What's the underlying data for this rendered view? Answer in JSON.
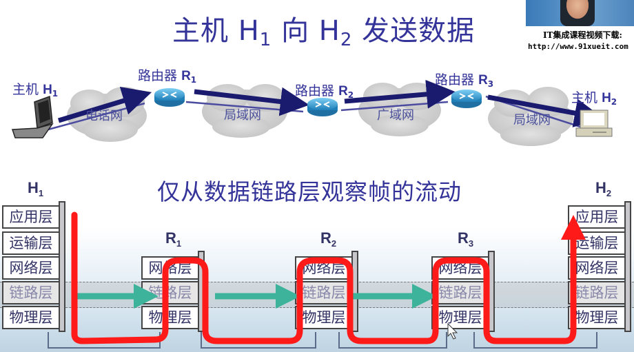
{
  "title": {
    "prefix": "主机",
    "h1": "H",
    "h1_sub": "1",
    "mid": "向",
    "h2": "H",
    "h2_sub": "2",
    "suffix": "发送数据"
  },
  "promo": {
    "line1": "IT集成课程视频下载:",
    "line2": "http://www.91xueit.com"
  },
  "network": {
    "host1": {
      "label": "主机",
      "id": "H",
      "sub": "1"
    },
    "host2": {
      "label": "主机",
      "id": "H",
      "sub": "2"
    },
    "routers": [
      {
        "label": "路由器",
        "id": "R",
        "sub": "1"
      },
      {
        "label": "路由器",
        "id": "R",
        "sub": "2"
      },
      {
        "label": "路由器",
        "id": "R",
        "sub": "3"
      }
    ],
    "clouds": [
      "电话网",
      "局域网",
      "广域网",
      "局域网"
    ]
  },
  "subtitle": "仅从数据链路层观察帧的流动",
  "stacks": {
    "h1": {
      "name": "H",
      "sub": "1",
      "layers": [
        "应用层",
        "运输层",
        "网络层",
        "链路层",
        "物理层"
      ]
    },
    "r1": {
      "name": "R",
      "sub": "1",
      "layers": [
        "网络层",
        "链路层",
        "物理层"
      ]
    },
    "r2": {
      "name": "R",
      "sub": "2",
      "layers": [
        "网络层",
        "链路层",
        "物理层"
      ]
    },
    "r3": {
      "name": "R",
      "sub": "3",
      "layers": [
        "网络层",
        "链路层",
        "物理层"
      ]
    },
    "h2": {
      "name": "H",
      "sub": "2",
      "layers": [
        "应用层",
        "运输层",
        "网络层",
        "链路层",
        "物理层"
      ]
    }
  },
  "colors": {
    "title": "#333399",
    "flow_line": "#ff1a1a",
    "frame_arrow": "#3cb39a",
    "path_arrow": "#1a1a6e",
    "router": "#2f9bd6"
  }
}
